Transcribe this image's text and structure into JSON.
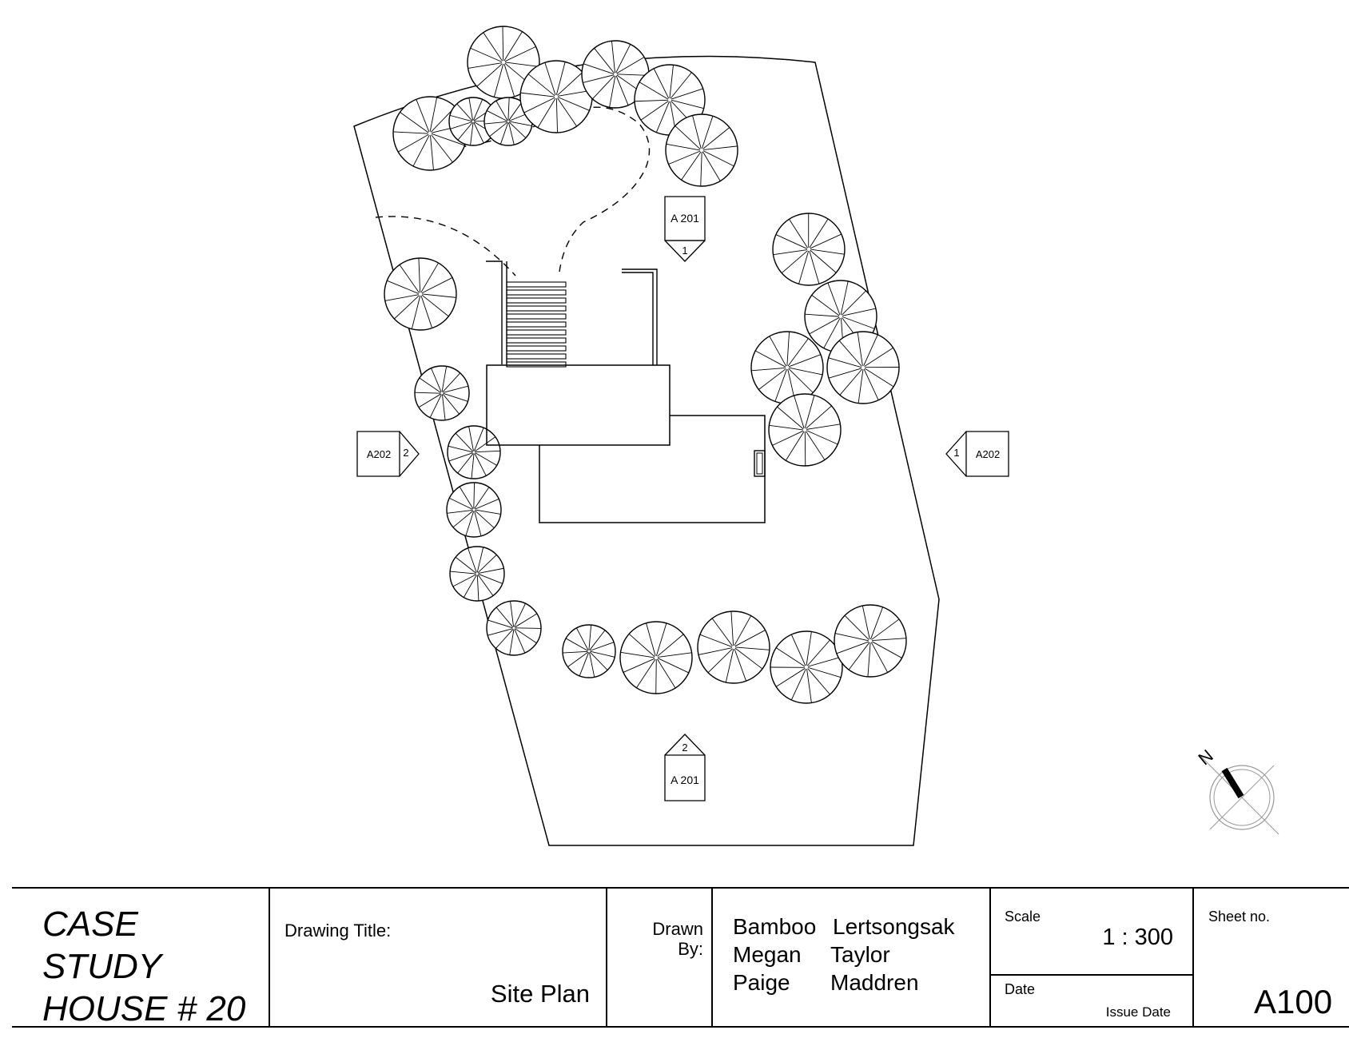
{
  "callouts": {
    "north_section": {
      "ref": "A 201",
      "num": "1"
    },
    "south_section": {
      "ref": "A 201",
      "num": "2"
    },
    "west_section": {
      "ref": "A202",
      "num": "2"
    },
    "east_section": {
      "ref": "A202",
      "num": "1"
    }
  },
  "north_arrow": {
    "label": "N"
  },
  "title_block": {
    "project_line1": "CASE",
    "project_line2": "STUDY",
    "project_line3": "HOUSE # 20",
    "drawing_title_label": "Drawing Title:",
    "drawing_title": "Site Plan",
    "drawn_by_line1": "Drawn",
    "drawn_by_line2": "By:",
    "names": [
      {
        "first": "Bamboo",
        "last": "Lertsongsak"
      },
      {
        "first": "Megan",
        "last": "Taylor"
      },
      {
        "first": "Paige",
        "last": "Maddren"
      }
    ],
    "scale_label": "Scale",
    "scale_value": "1 : 300",
    "date_label": "Date",
    "date_value": "Issue Date",
    "sheet_label": "Sheet no.",
    "sheet_value": "A100"
  }
}
